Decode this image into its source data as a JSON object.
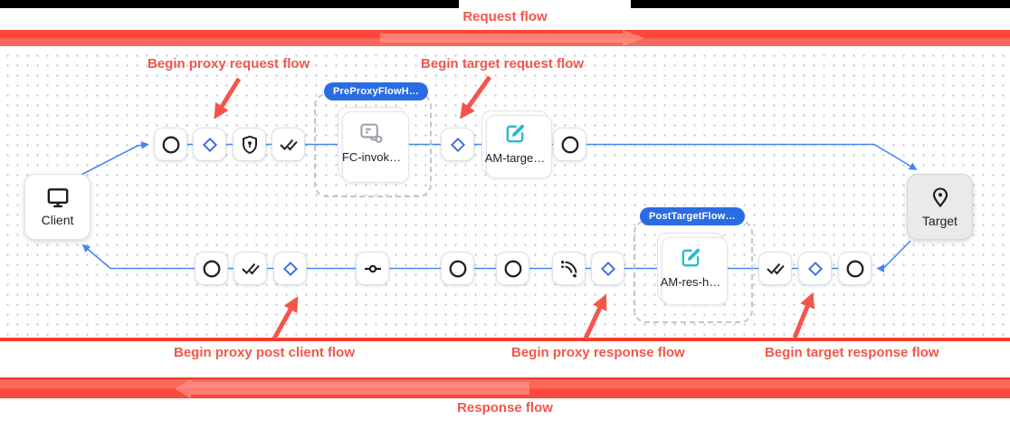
{
  "top": {
    "request_flow_label": "Request flow"
  },
  "bottom": {
    "response_flow_label": "Response flow"
  },
  "annotations": {
    "proxy_request": "Begin proxy request flow",
    "target_request": "Begin target request flow",
    "proxy_post_client": "Begin proxy post client flow",
    "proxy_response": "Begin proxy response flow",
    "target_response": "Begin target response flow"
  },
  "canvas": {
    "client_label": "Client",
    "target_label": "Target",
    "pre_proxy_group": {
      "badge": "PreProxyFlowH…",
      "step": "FC-invok…"
    },
    "am_target_step_label": "AM-targe…",
    "post_target_group": {
      "badge": "PostTargetFlow…",
      "step": "AM-res-h…"
    }
  },
  "icons": {
    "client": "monitor-icon",
    "target": "location-pin-icon",
    "flow_callout_step": "flow-callout-icon",
    "assign_message_step": "edit-icon",
    "step_markers": [
      "circle-icon",
      "diamond-icon",
      "shield-lock-icon",
      "double-check-icon",
      "commit-icon",
      "signal-waves-icon"
    ]
  },
  "colors": {
    "connector_blue": "#4285f4",
    "badge_blue": "#2a6ce2",
    "edit_teal": "#26b9d0",
    "annotation_red": "#f4554a",
    "bar_red": "#fb4a3d",
    "divider_red": "#f53b2c"
  }
}
